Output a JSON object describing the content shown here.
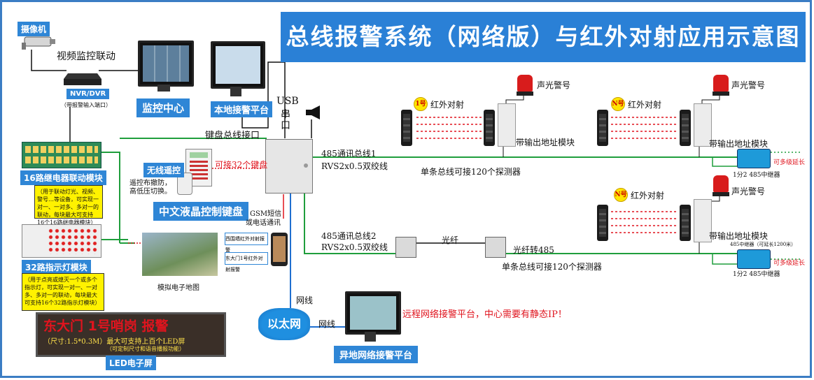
{
  "title": "总线报警系统（网络版）与红外对射应用示意图",
  "camera": {
    "label": "摄像机",
    "link_label": "视频监控联动"
  },
  "nvr": {
    "label": "NVR/DVR",
    "note": "（带报警输入端口）"
  },
  "monitor_center": {
    "label": "监控中心"
  },
  "local_platform": {
    "label": "本地接警平台"
  },
  "usb": {
    "line1": "USB",
    "line2": "串",
    "line3": "口"
  },
  "keyboard_bus": {
    "label": "键盘总线接口"
  },
  "relay_module": {
    "label": "16路继电器联动模块",
    "note": "（用于联动灯光、视频、警号…等设备，可实现一对一、一对多、多对一的联动，每块最大可支持16个16路继电器模块）"
  },
  "wireless_remote": {
    "label": "无线遥控",
    "desc1": "遥控布撤防，",
    "desc2": "高低压切换。"
  },
  "keypad_capacity": "可接32个键盘",
  "lcd_keypad": {
    "label": "中文液晶控制键盘"
  },
  "gsm": {
    "line1": "GSM短信",
    "line2": "或电话通讯"
  },
  "phone_msgs": {
    "msg1": "西围墙红外对射报警",
    "msg2": "东大门1号红外对射报警"
  },
  "indicator_module": {
    "label": "32路指示灯模块",
    "note": "（用于点亮或熄灭一个或多个指示灯，可实现一对一、一对多、多对一的联动，每块最大可支持16个32路指示灯模块）"
  },
  "emap": {
    "label": "模拟电子地图"
  },
  "led_screen": {
    "text": "东大门 1号哨岗  报警",
    "size_text": "（尺寸:1.5*0.3M）最大可支持上百个LED屏",
    "sub_text": "（可定制尺寸和语音播报功能）",
    "label": "LED电子屏"
  },
  "ethernet": {
    "label": "以太网",
    "net_line_v": "网线",
    "net_line_h": "网线"
  },
  "remote_platform": {
    "label": "异地网络接警平台"
  },
  "remote_note": "远程网络接警平台，中心需要有静态IP！",
  "bus1": {
    "title": "485通讯总线1",
    "cable": "RVS2x0.5双绞线",
    "capacity": "单条总线可接120个探测器"
  },
  "bus2": {
    "title": "485通讯总线2",
    "cable": "RVS2x0.5双绞线",
    "capacity": "单条总线可接120个探测器"
  },
  "fiber": {
    "label": "光纤",
    "converter_label": "光纤转485"
  },
  "zone1": {
    "badge": "1号",
    "ir_label": "红外对射",
    "siren_label": "声光警号",
    "module_label": "带输出地址模块"
  },
  "zoneN_top": {
    "badge": "N号",
    "ir_label": "红外对射",
    "siren_label": "声光警号",
    "module_label": "带输出地址模块"
  },
  "zoneN_bottom": {
    "badge": "N号",
    "ir_label": "红外对射",
    "siren_label": "声光警号",
    "module_label": "带输出地址模块"
  },
  "repeater_top": {
    "label": "1分2 485中继器",
    "extend": "可多级延长"
  },
  "repeater_bottom": {
    "top_label": "485中继器（可延长1200米）",
    "label": "1分2 485中继器",
    "extend": "可多级延长"
  },
  "colors": {
    "banner": "#2a80d6",
    "bus_line": "#1f9e3c",
    "alert_red": "#e0141e",
    "label_blue": "#2f86d6"
  }
}
